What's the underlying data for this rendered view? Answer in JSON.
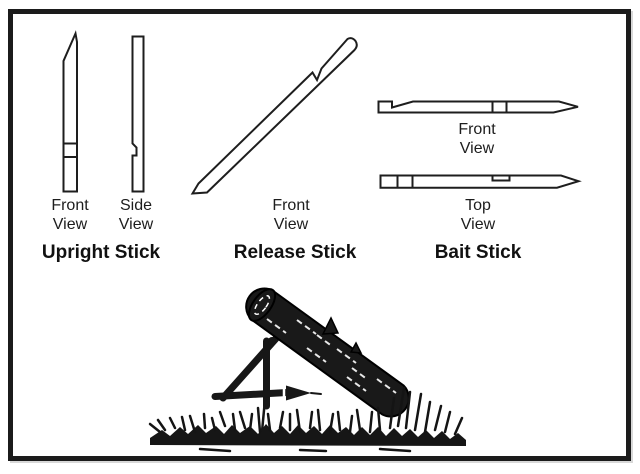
{
  "colors": {
    "ink": "#1d1d1d",
    "paper": "#ffffff",
    "border": "#1b1b1b"
  },
  "diagram": {
    "upright_stick": {
      "title": "Upright Stick",
      "front_view": {
        "l1": "Front",
        "l2": "View"
      },
      "side_view": {
        "l1": "Side",
        "l2": "View"
      }
    },
    "release_stick": {
      "title": "Release Stick",
      "front_view": {
        "l1": "Front",
        "l2": "View"
      }
    },
    "bait_stick": {
      "title": "Bait Stick",
      "front_view": {
        "l1": "Front",
        "l2": "View"
      },
      "top_view": {
        "l1": "Top",
        "l2": "View"
      }
    }
  }
}
